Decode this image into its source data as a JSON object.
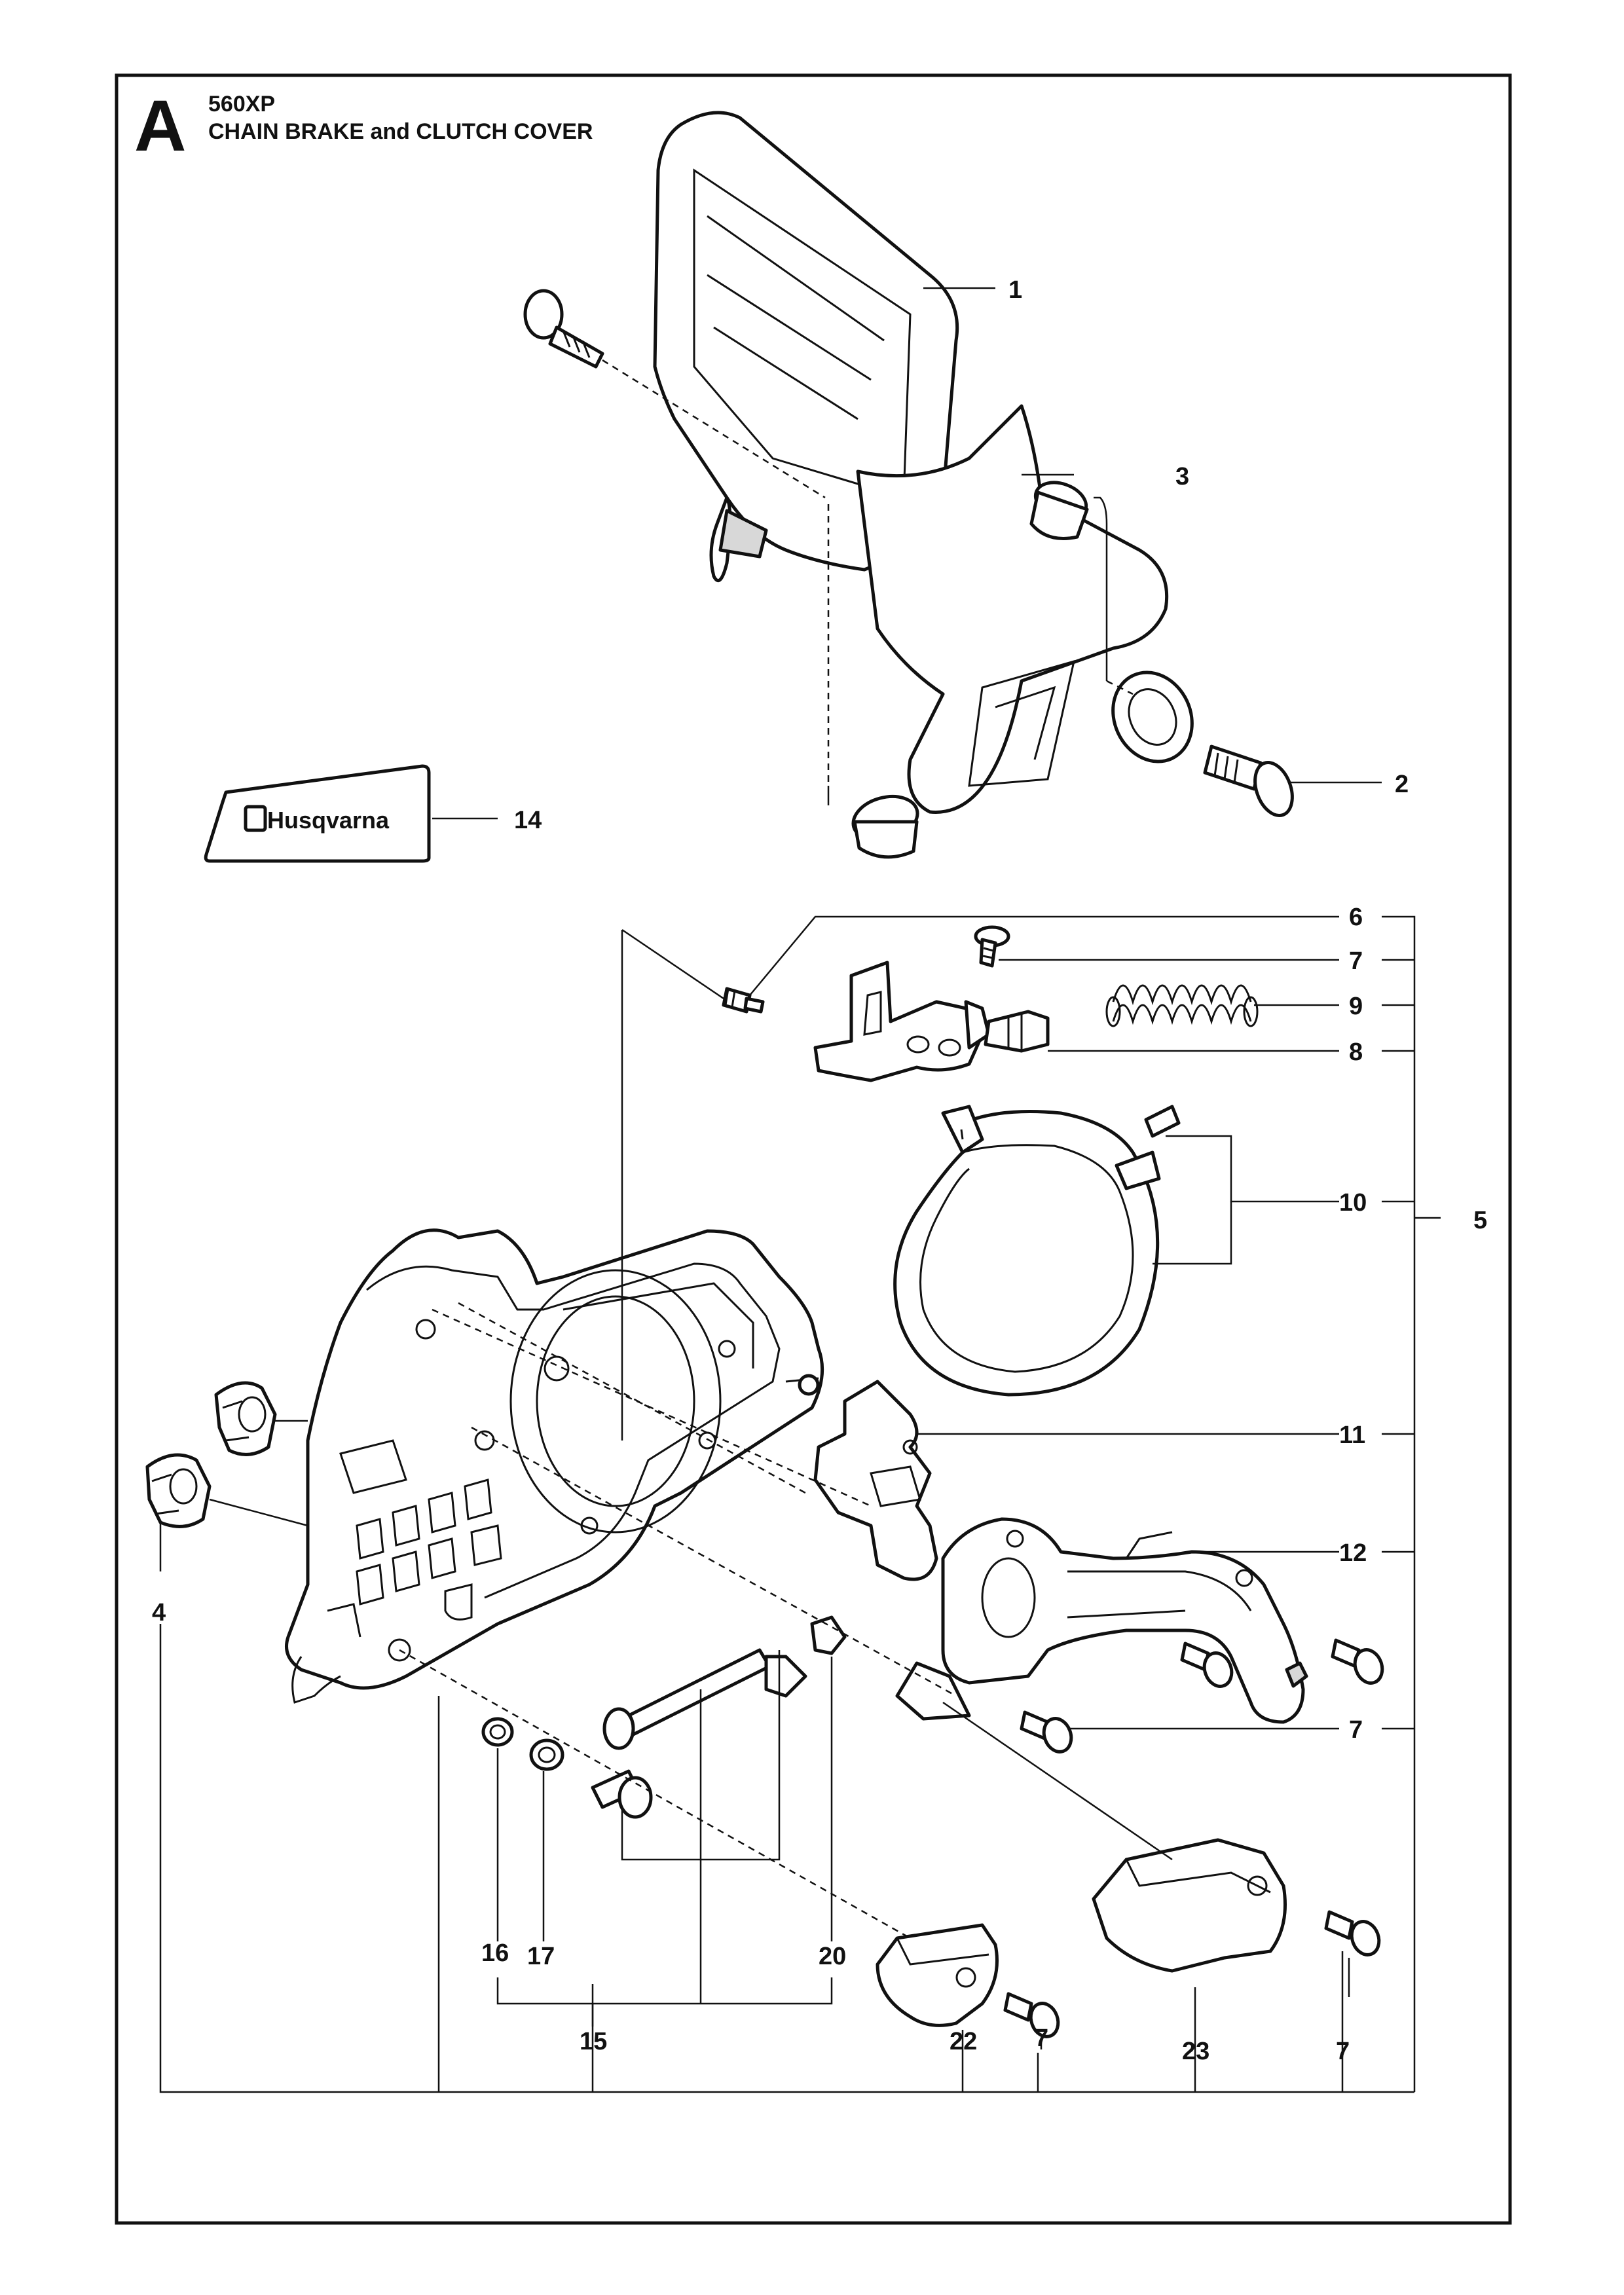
{
  "header": {
    "section_letter": "A",
    "model": "560XP",
    "title": "CHAIN BRAKE and CLUTCH COVER"
  },
  "decal": {
    "brand": "Husqvarna"
  },
  "callouts": {
    "c1": "1",
    "c2": "2",
    "c3": "3",
    "c4": "4",
    "c5": "5",
    "c6": "6",
    "c7a": "7",
    "c7b": "7",
    "c7c": "7",
    "c7d": "7",
    "c8": "8",
    "c9": "9",
    "c10": "10",
    "c11": "11",
    "c12": "12",
    "c14": "14",
    "c15": "15",
    "c16": "16",
    "c17": "17",
    "c20": "20",
    "c22": "22",
    "c23": "23"
  },
  "colors": {
    "ink": "#111111",
    "paper": "#ffffff"
  }
}
